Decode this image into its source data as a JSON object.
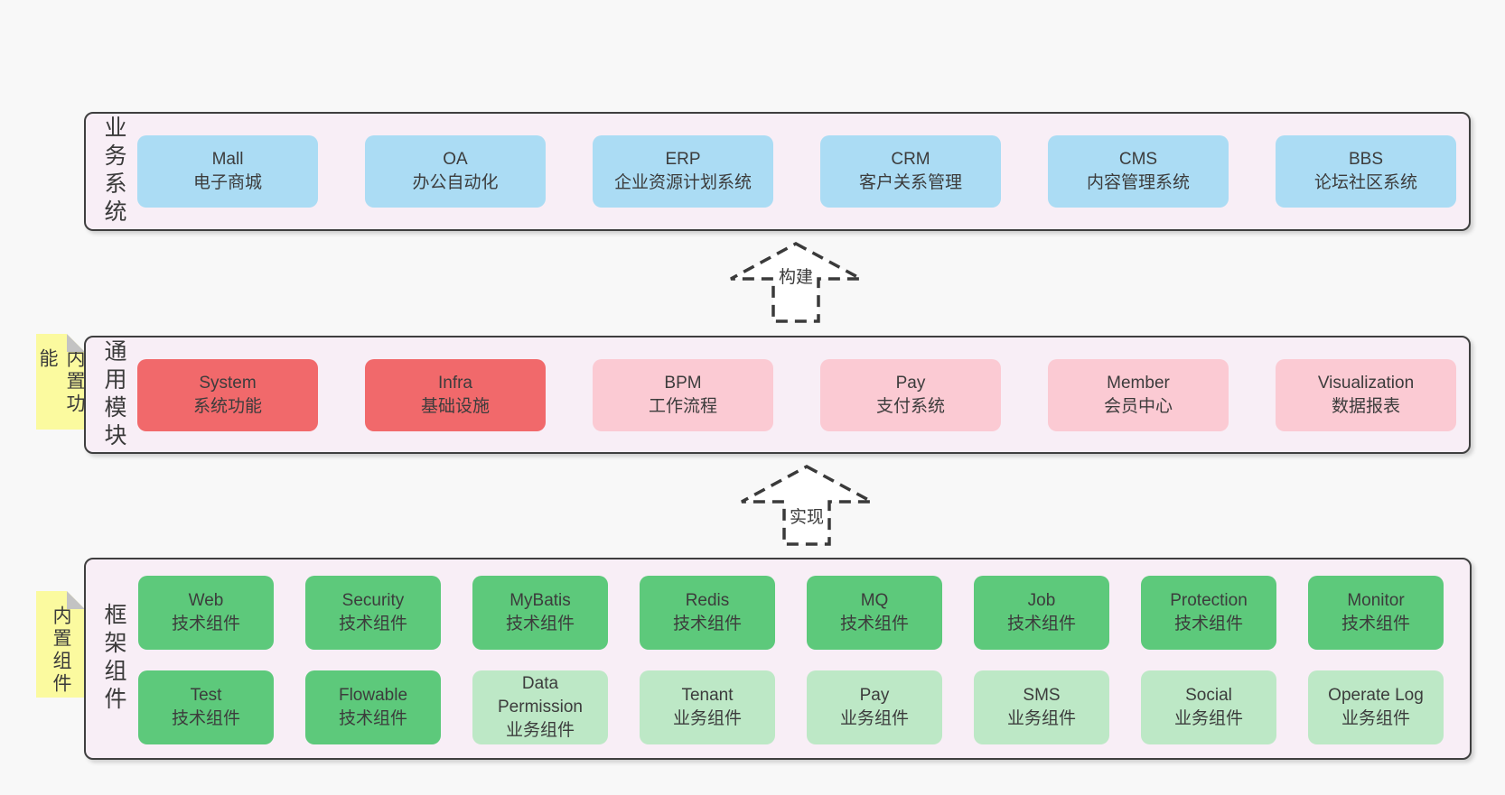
{
  "colors": {
    "page-bg": "#f8f8f8",
    "panel-bg": "#f8eef6",
    "panel-border": "#3f3f3f",
    "blue": "#abdcf4",
    "red": "#f1696b",
    "pink": "#fbcad3",
    "green": "#5dc97b",
    "green-light": "#bde8c6",
    "yellow": "#fbfa9f",
    "fold": "#c3c3c3",
    "text": "#3a3a3a"
  },
  "sections": {
    "business": {
      "side_label": "业务系统",
      "items": [
        {
          "en": "Mall",
          "zh": "电子商城"
        },
        {
          "en": "OA",
          "zh": "办公自动化"
        },
        {
          "en": "ERP",
          "zh": "企业资源计划系统"
        },
        {
          "en": "CRM",
          "zh": "客户关系管理"
        },
        {
          "en": "CMS",
          "zh": "内容管理系统"
        },
        {
          "en": "BBS",
          "zh": "论坛社区系统"
        }
      ]
    },
    "modules": {
      "side_label": "通用模块",
      "note": "内置功能",
      "items": [
        {
          "en": "System",
          "zh": "系统功能"
        },
        {
          "en": "Infra",
          "zh": "基础设施"
        },
        {
          "en": "BPM",
          "zh": "工作流程"
        },
        {
          "en": "Pay",
          "zh": "支付系统"
        },
        {
          "en": "Member",
          "zh": "会员中心"
        },
        {
          "en": "Visualization",
          "zh": "数据报表"
        }
      ]
    },
    "framework": {
      "side_label": "框架组件",
      "note": "内置组件",
      "row1": [
        {
          "en": "Web",
          "zh": "技术组件"
        },
        {
          "en": "Security",
          "zh": "技术组件"
        },
        {
          "en": "MyBatis",
          "zh": "技术组件"
        },
        {
          "en": "Redis",
          "zh": "技术组件"
        },
        {
          "en": "MQ",
          "zh": "技术组件"
        },
        {
          "en": "Job",
          "zh": "技术组件"
        },
        {
          "en": "Protection",
          "zh": "技术组件"
        },
        {
          "en": "Monitor",
          "zh": "技术组件"
        }
      ],
      "row2": [
        {
          "en": "Test",
          "zh": "技术组件"
        },
        {
          "en": "Flowable",
          "zh": "技术组件"
        },
        {
          "en": "Data Permission",
          "zh": "业务组件"
        },
        {
          "en": "Tenant",
          "zh": "业务组件"
        },
        {
          "en": "Pay",
          "zh": "业务组件"
        },
        {
          "en": "SMS",
          "zh": "业务组件"
        },
        {
          "en": "Social",
          "zh": "业务组件"
        },
        {
          "en": "Operate Log",
          "zh": "业务组件"
        }
      ]
    }
  },
  "arrows": [
    {
      "label": "构建"
    },
    {
      "label": "实现"
    }
  ]
}
